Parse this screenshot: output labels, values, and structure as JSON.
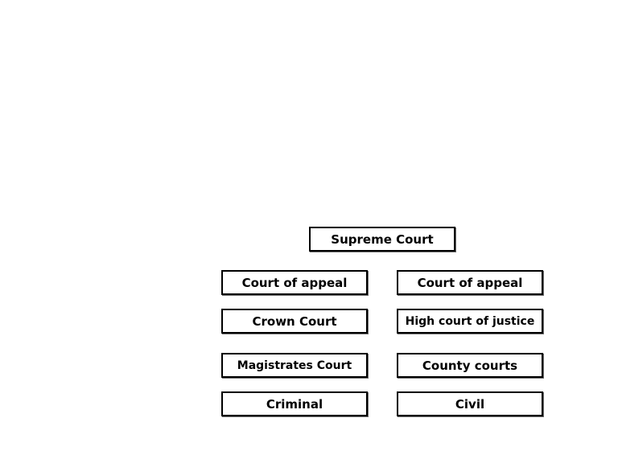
{
  "diagram": {
    "top": {
      "label": "Supreme Court"
    },
    "left_column": [
      {
        "label": "Court of appeal"
      },
      {
        "label": "Crown Court"
      },
      {
        "label": "Magistrates Court"
      },
      {
        "label": "Criminal"
      }
    ],
    "right_column": [
      {
        "label": "Court of appeal"
      },
      {
        "label": "High court of justice"
      },
      {
        "label": "County courts"
      },
      {
        "label": "Civil"
      }
    ]
  }
}
